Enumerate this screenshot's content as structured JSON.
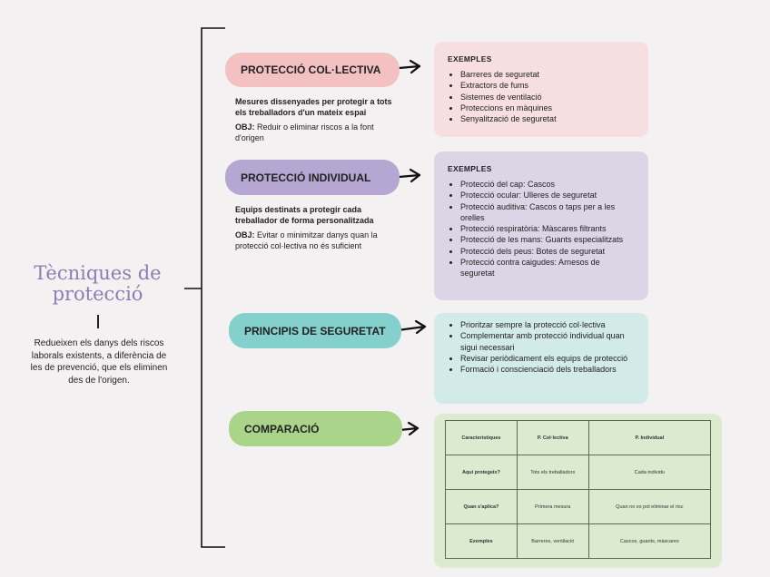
{
  "title": "Tècniques de protecció",
  "description": "Redueixen els danys dels riscos laborals existents, a diferència de les de prevenció, que els eliminen des de l'origen.",
  "colors": {
    "title": "#8a7fb3",
    "collective_pill": "#f4c1c3",
    "collective_box": "#f7dfe1",
    "individual_pill": "#b5a7d1",
    "individual_box": "#dbd5e6",
    "principles_pill": "#84d0cc",
    "principles_box": "#d2ebe8",
    "comparison_pill": "#a9d48a",
    "comparison_box": "#dcebcf"
  },
  "collective": {
    "label": "PROTECCIÓ COL·LECTIVA",
    "desc": "Mesures dissenyades per protegir a tots els treballadors d'un mateix espai",
    "obj_label": "OBJ:",
    "obj_text": "Reduir o eliminar riscos a la font d'origen",
    "examples_title": "EXEMPLES",
    "examples": [
      "Barreres de seguretat",
      "Extractors de fums",
      "Sistemes de ventilació",
      "Proteccions en màquines",
      "Senyalització de seguretat"
    ]
  },
  "individual": {
    "label": "PROTECCIÓ INDIVIDUAL",
    "desc": "Equips destinats a protegir cada treballador de forma personalitzada",
    "obj_label": "OBJ:",
    "obj_text": "Evitar o minimitzar danys quan la protecció col·lectiva no és suficient",
    "examples_title": "EXEMPLES",
    "examples": [
      "Protecció del cap: Cascos",
      "Protecció ocular: Ulleres de seguretat",
      "Protecció auditiva: Cascos o taps per a les orelles",
      "Protecció respiratòria: Màscares filtrants",
      "Protecció de les mans: Guants especialitzats",
      "Protecció dels peus: Botes de seguretat",
      "Protecció contra caigudes: Arnesos de seguretat"
    ]
  },
  "principles": {
    "label": "PRINCIPIS DE SEGURETAT",
    "items": [
      "Prioritzar sempre la protecció col·lectiva",
      "Complementar amb protecció individual quan sigui necessari",
      "Revisar periòdicament els equips de protecció",
      "Formació i conscienciació dels treballadors"
    ]
  },
  "comparison": {
    "label": "COMPARACIÓ",
    "table": {
      "header": [
        "Característiques",
        "P. Col·lectiva",
        "P. Individual"
      ],
      "rows": [
        [
          "Aquí protegeix?",
          "Tots els treballadors",
          "Cada individu"
        ],
        [
          "Quan s'aplica?",
          "Primera mesura",
          "Quan no es pot eliminar el risc"
        ],
        [
          "Exemples",
          "Barreres, ventilació",
          "Cascos, guants, màscares"
        ]
      ]
    }
  }
}
